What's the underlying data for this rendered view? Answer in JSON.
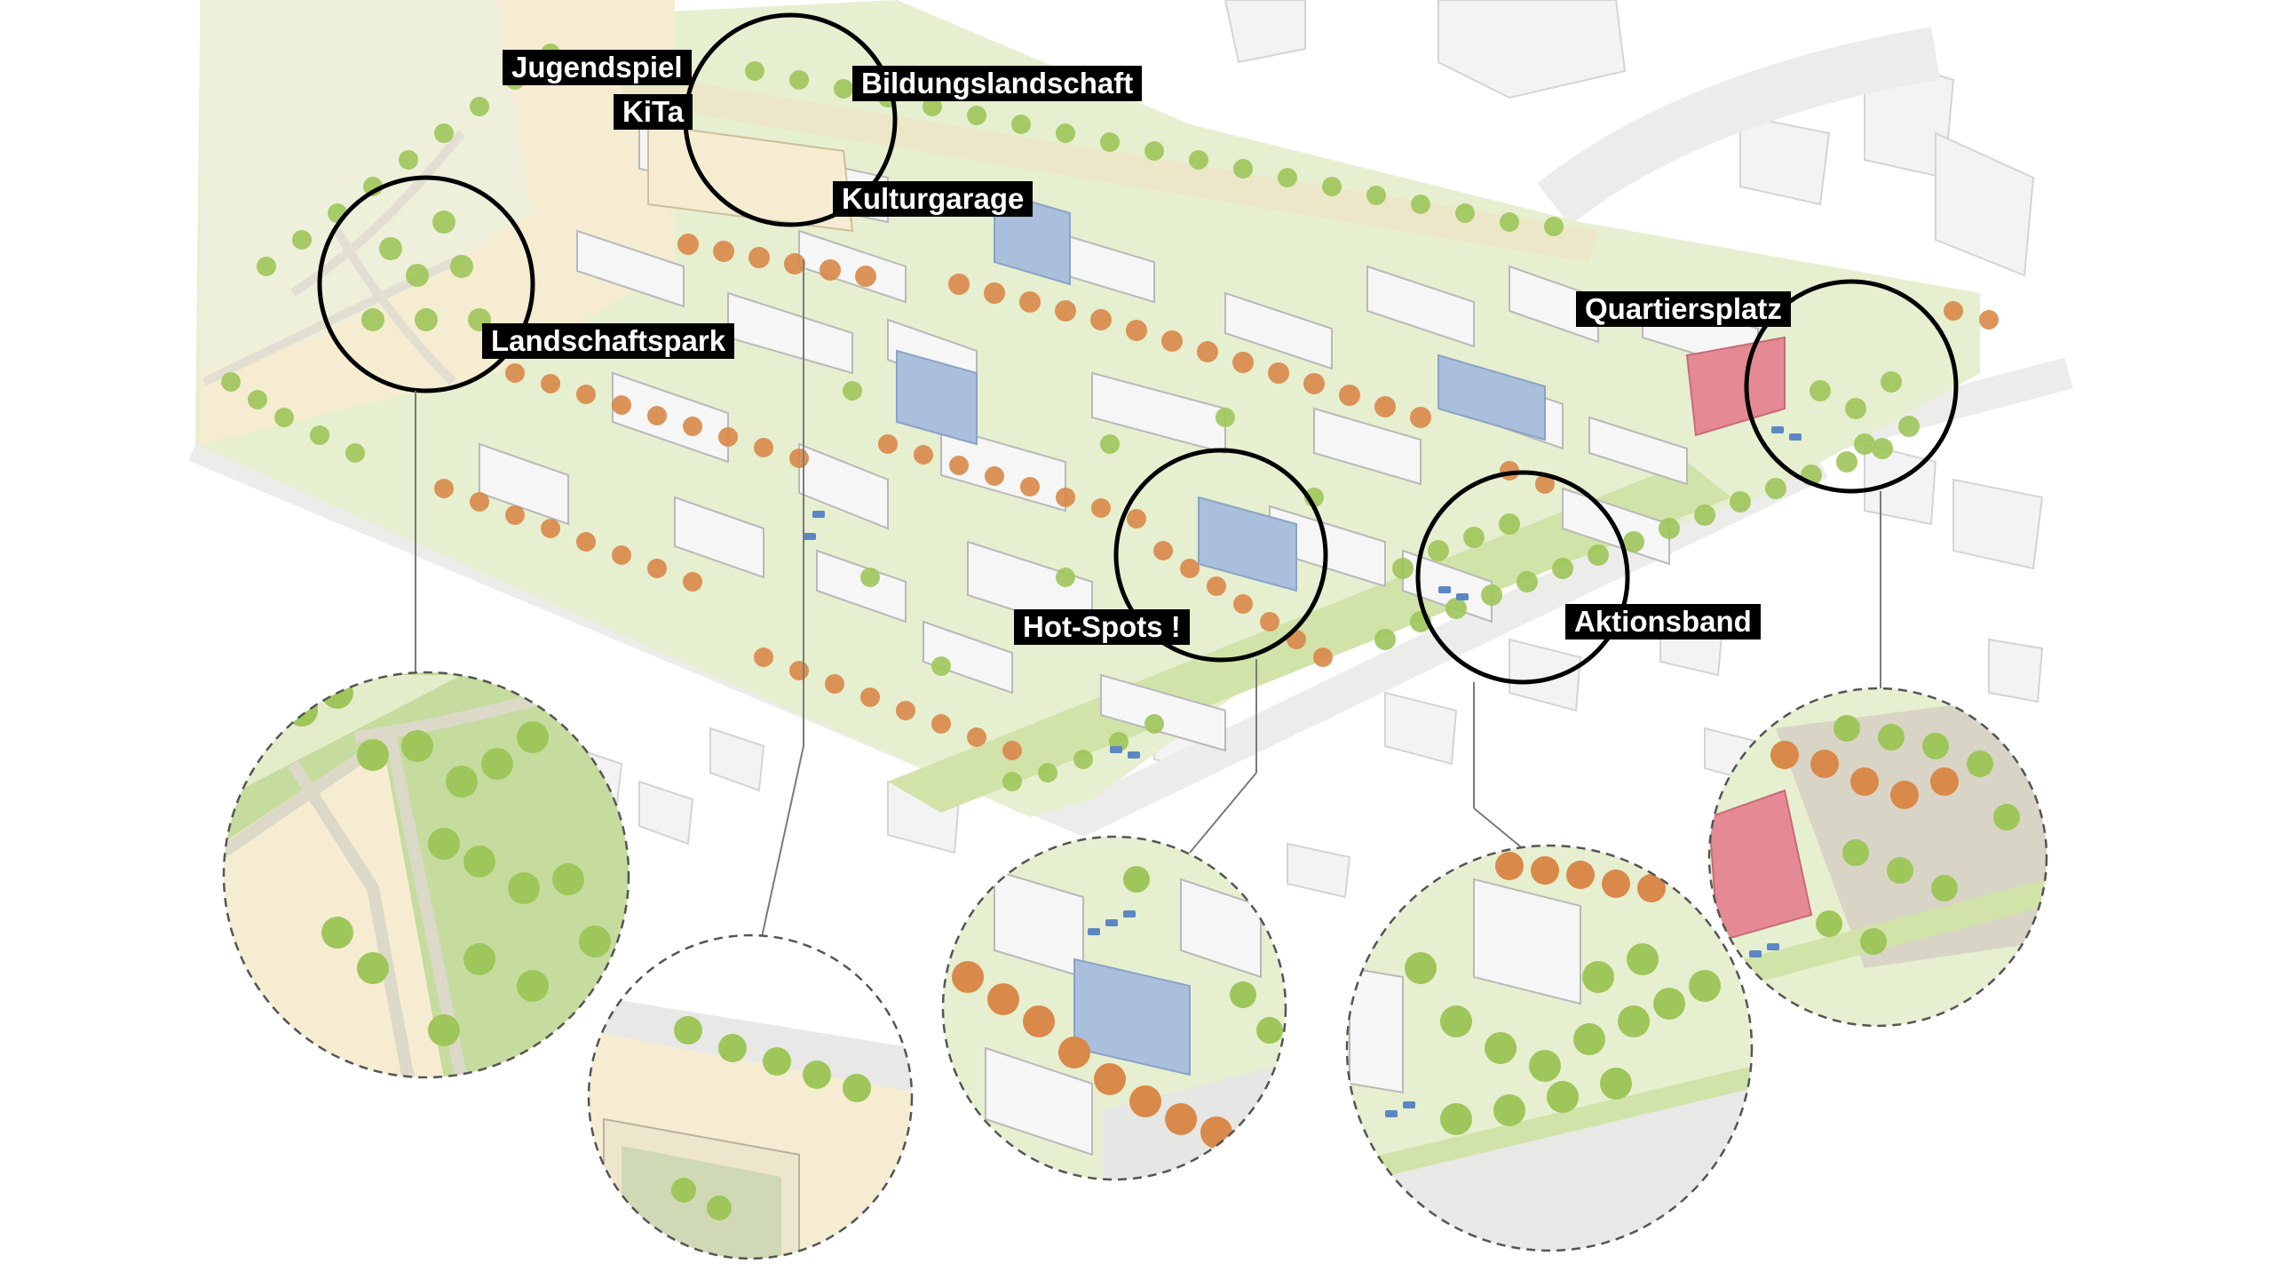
{
  "labels": {
    "jugendspiel": "Jugendspiel",
    "kita": "KiTa",
    "bildungslandschaft": "Bildungslandschaft",
    "kulturgarage": "Kulturgarage",
    "landschaftspark": "Landschaftspark",
    "quartiersplatz": "Quartiersplatz",
    "hotspots": "Hot-Spots !",
    "aktionsband": "Aktionsband"
  },
  "colors": {
    "background": "#ffffff",
    "lawn": "#e3edc9",
    "park": "#c5dc9e",
    "sand": "#f6ecd0",
    "path": "#e8e6dc",
    "street": "#f0f0ee",
    "building": "#f4f4f4",
    "building_outline": "#b8b8b8",
    "blue_building": "#a9bfdc",
    "red_building": "#e58a95",
    "tree_green": "#9ec65a",
    "tree_orange": "#d9894a",
    "label_bg": "#000000",
    "label_text": "#ffffff"
  },
  "icons": [
    "highlight-circle",
    "detail-magnifier-circle",
    "tree-icon",
    "building-block-icon",
    "car-icon",
    "person-icon"
  ]
}
